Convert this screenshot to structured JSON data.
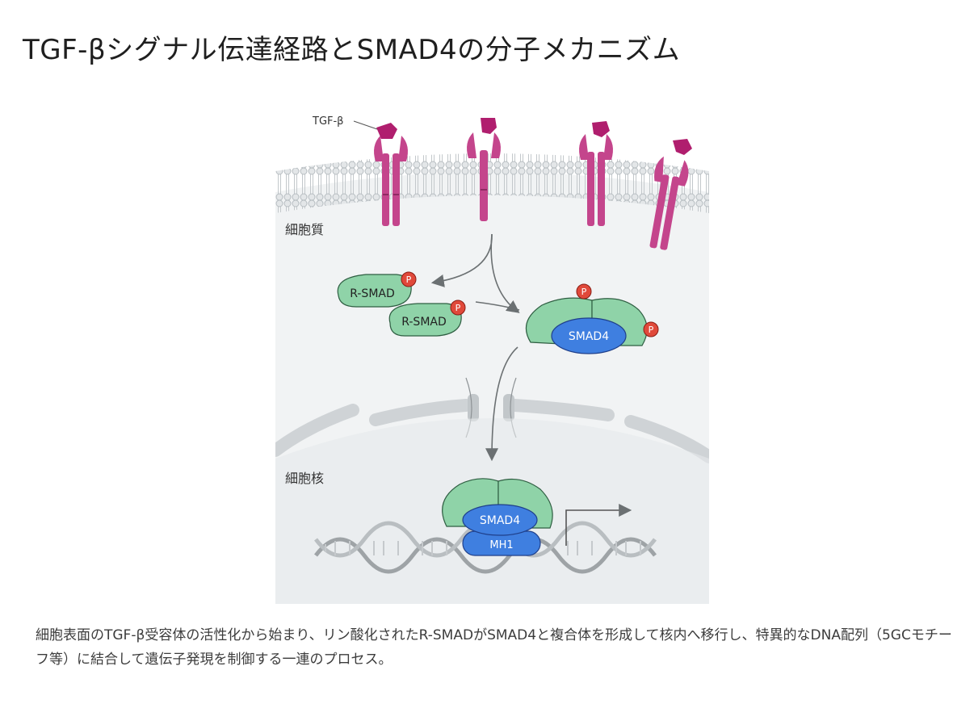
{
  "page": {
    "title": "TGF-βシグナル伝達経路とSMAD4の分子メカニズム",
    "caption": "細胞表面のTGF-β受容体の活性化から始まり、リン酸化されたR-SMADがSMAD4と複合体を形成して核内へ移行し、特異的なDNA配列（5GCモチーフ等）に結合して遺伝子発現を制御する一連のプロセス。"
  },
  "diagram": {
    "ligand_label": "TGF-β",
    "cytoplasm_label": "細胞質",
    "nucleus_label": "細胞核",
    "rsmad1_label": "R-SMAD",
    "rsmad2_label": "R-SMAD",
    "complex_smad4_label": "SMAD4",
    "nuclear_smad4_label": "SMAD4",
    "mh1_label": "MH1",
    "phospho_label": "P"
  },
  "colors": {
    "receptor": "#c4458c",
    "ligand": "#b01e6e",
    "smad_green": "#8fd3a8",
    "smad4_blue": "#3f7fe0",
    "phospho_red": "#e0493a",
    "membrane": "#c9cfd3",
    "background": "#f1f3f4"
  }
}
